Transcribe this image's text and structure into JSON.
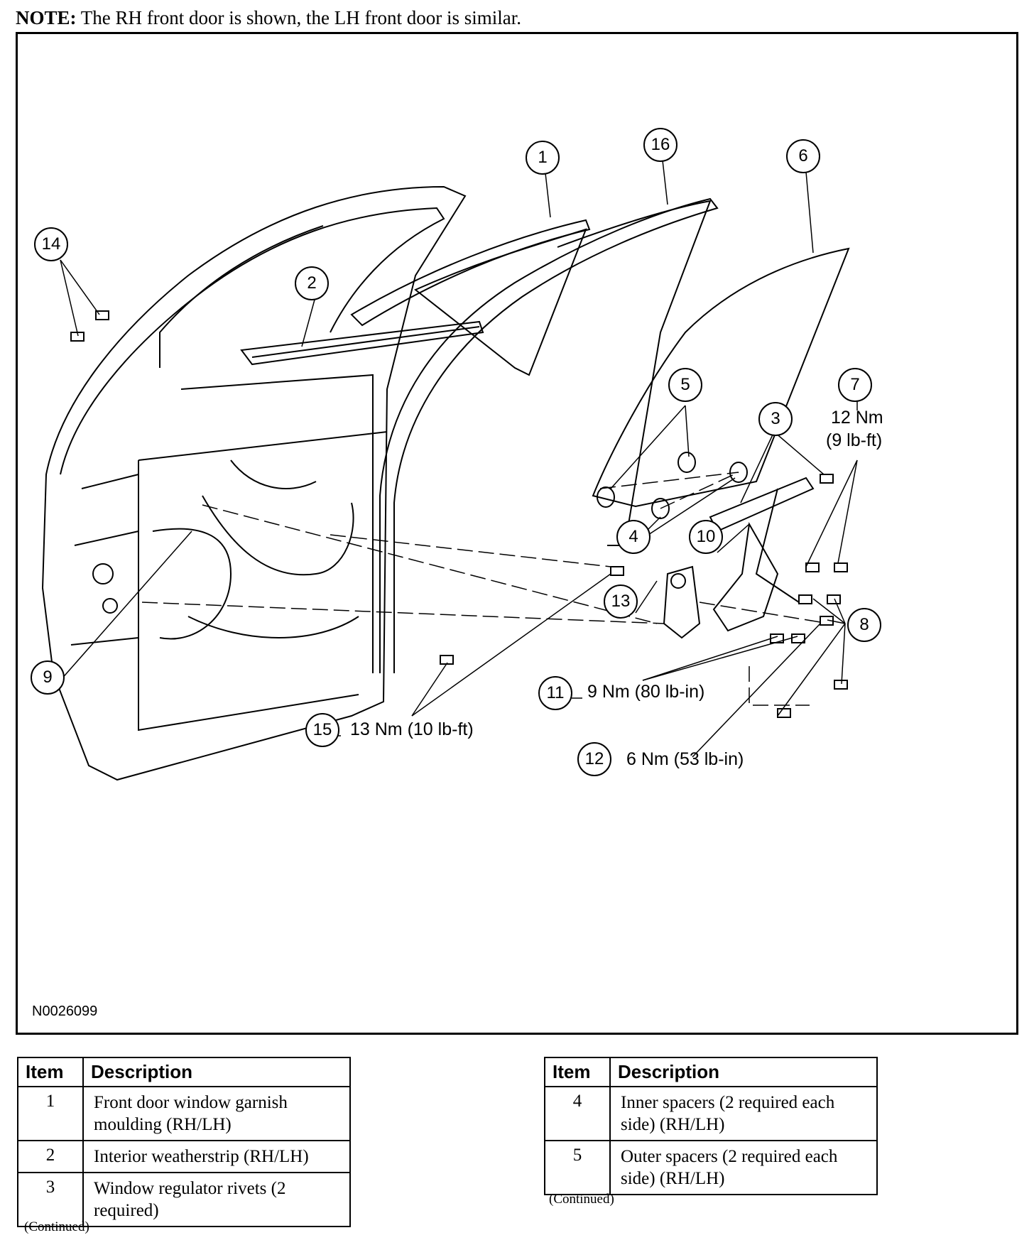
{
  "note": {
    "label": "NOTE:",
    "text": "The RH front door is shown, the LH front door is similar."
  },
  "figure_id": "N0026099",
  "callouts": {
    "c1": "1",
    "c2": "2",
    "c3": "3",
    "c4": "4",
    "c5": "5",
    "c6": "6",
    "c7": "7",
    "c8": "8",
    "c9": "9",
    "c10": "10",
    "c11": "11",
    "c12": "12",
    "c13": "13",
    "c14": "14",
    "c15": "15",
    "c16": "16"
  },
  "torques": {
    "t7_line1": "12 Nm",
    "t7_line2": "(9 lb-ft)",
    "t11": "9 Nm (80 lb-in)",
    "t12": "6 Nm (53 lb-in)",
    "t15": "13 Nm (10 lb-ft)"
  },
  "table_left": {
    "headers": {
      "item": "Item",
      "description": "Description"
    },
    "rows": [
      {
        "item": "1",
        "description": "Front door window garnish moulding (RH/LH)"
      },
      {
        "item": "2",
        "description": "Interior weatherstrip (RH/LH)"
      },
      {
        "item": "3",
        "description": "Window regulator rivets (2 required)"
      }
    ],
    "continued": "(Continued)"
  },
  "table_right": {
    "headers": {
      "item": "Item",
      "description": "Description"
    },
    "rows": [
      {
        "item": "4",
        "description": "Inner spacers (2 required each side) (RH/LH)"
      },
      {
        "item": "5",
        "description": "Outer spacers (2 required each side) (RH/LH)"
      }
    ],
    "continued": "(Continued)"
  }
}
